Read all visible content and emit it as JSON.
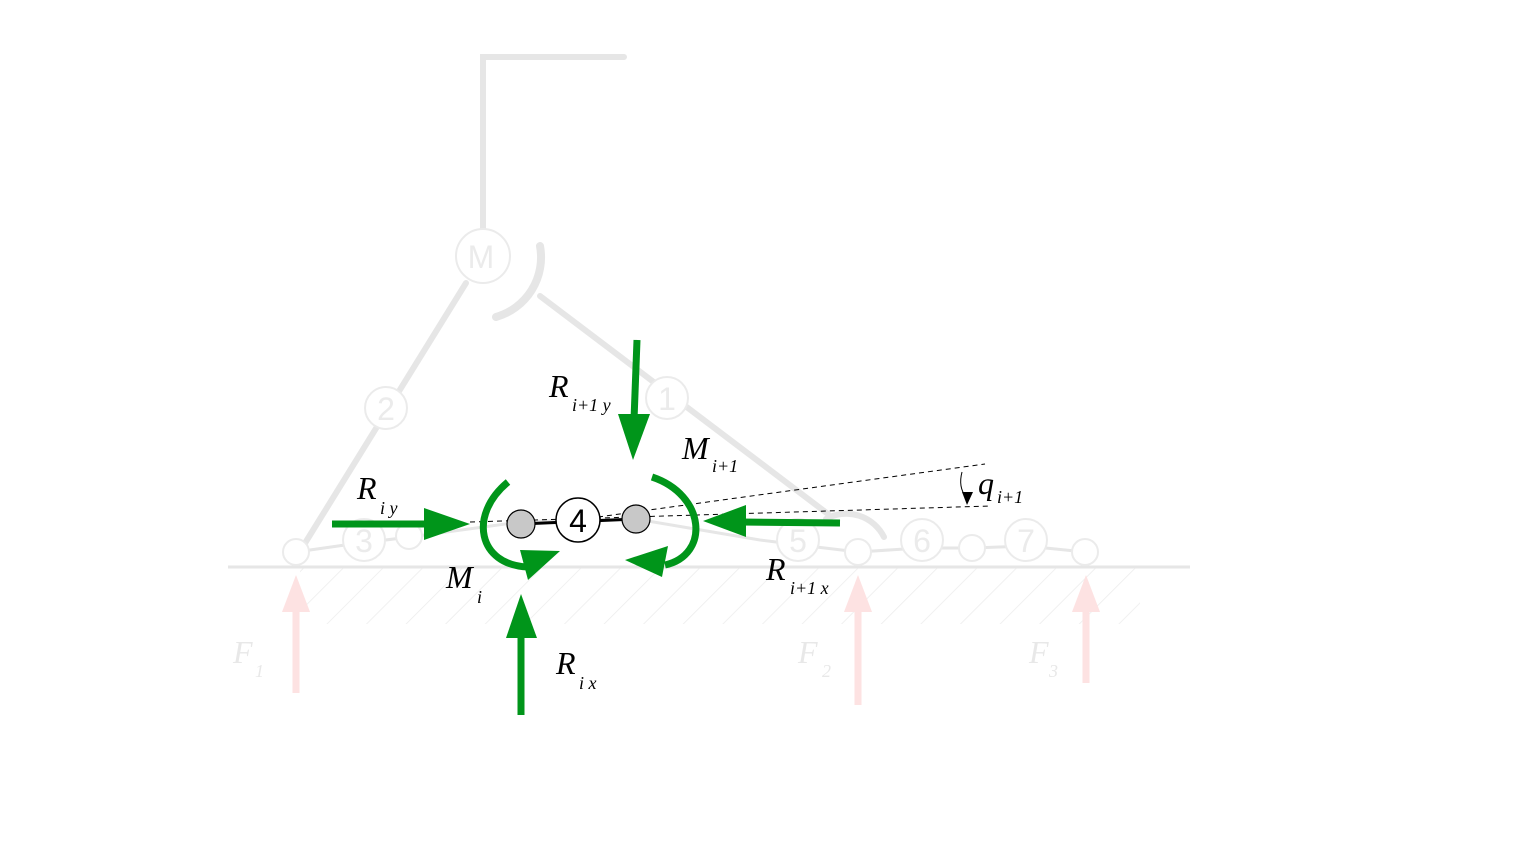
{
  "colors": {
    "force_green": "#00951a",
    "faded_gray": "#e6e6e6",
    "faded_red": "#fde2e2",
    "joint_fill": "#c8c8c8"
  },
  "nodes": {
    "motor": "M",
    "link_1": "1",
    "link_2": "2",
    "link_3": "3",
    "link_4": "4",
    "link_5": "5",
    "link_6": "6",
    "link_7": "7"
  },
  "labels": {
    "R_iy": {
      "main": "R",
      "sub": "i y"
    },
    "R_i1y": {
      "main": "R",
      "sub": "i+1 y"
    },
    "M_i1": {
      "main": "M",
      "sub": "i+1"
    },
    "q_i1": {
      "main": "q",
      "sub": "i+1"
    },
    "M_i": {
      "main": "M",
      "sub": "i"
    },
    "R_i1x": {
      "main": "R",
      "sub": "i+1 x"
    },
    "R_ix": {
      "main": "R",
      "sub": "i x"
    },
    "F1": {
      "main": "F",
      "sub": "1"
    },
    "F2": {
      "main": "F",
      "sub": "2"
    },
    "F3": {
      "main": "F",
      "sub": "3"
    }
  }
}
